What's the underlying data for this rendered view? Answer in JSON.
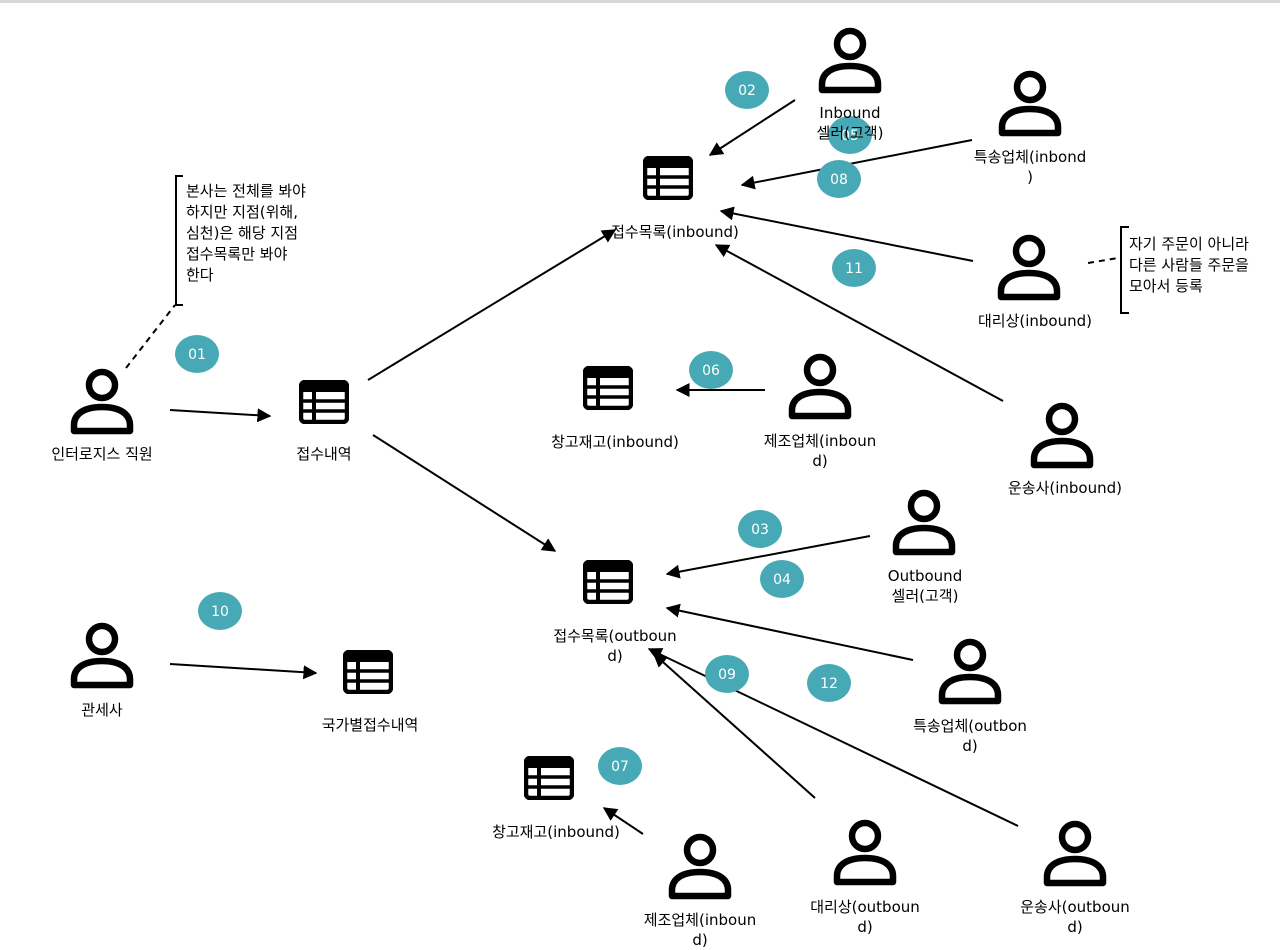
{
  "colors": {
    "badge": "#47a9b6",
    "line": "#000000",
    "icon": "#000000"
  },
  "nodes": {
    "staff": "인터로지스 직원",
    "receipt": "접수내역",
    "list_inbound": "접수목록(inbound)",
    "list_outbound": "접수목록(outbound)",
    "stock_inbound_1": "창고재고(inbound)",
    "stock_inbound_2": "창고재고(inbound)",
    "customs": "관세사",
    "country_receipt": "국가별접수내역",
    "inbound_seller": "Inbound\n셀러(고객)",
    "special_inbound": "특송업체(inbond\n)",
    "agent_inbound": "대리상(inbound)",
    "maker_inbound_1": "제조업체(inboun\nd)",
    "carrier_inbound": "운송사(inbound)",
    "outbound_seller": "Outbound\n셀러(고객)",
    "special_outbound": "특송업체(outbon\nd)",
    "agent_outbound": "대리상(outboun\nd)",
    "carrier_outbound": "운송사(outboun\nd)",
    "maker_inbound_2": "제조업체(inboun\nd)"
  },
  "notes": {
    "hq": "본사는 전체를 봐야\n하지만 지점(위해,\n심천)은 해당 지점\n접수목록만 봐야\n한다",
    "agent": "자기 주문이 아니라\n다른 사람들 주문을\n모아서 등록"
  },
  "badges": {
    "b01": "01",
    "b02": "02",
    "b03": "03",
    "b04": "04",
    "b05": "05",
    "b06": "06",
    "b07": "07",
    "b08": "08",
    "b09": "09",
    "b10": "10",
    "b11": "11",
    "b12": "12"
  },
  "icons": {
    "person": "person-icon",
    "table": "table-icon"
  }
}
